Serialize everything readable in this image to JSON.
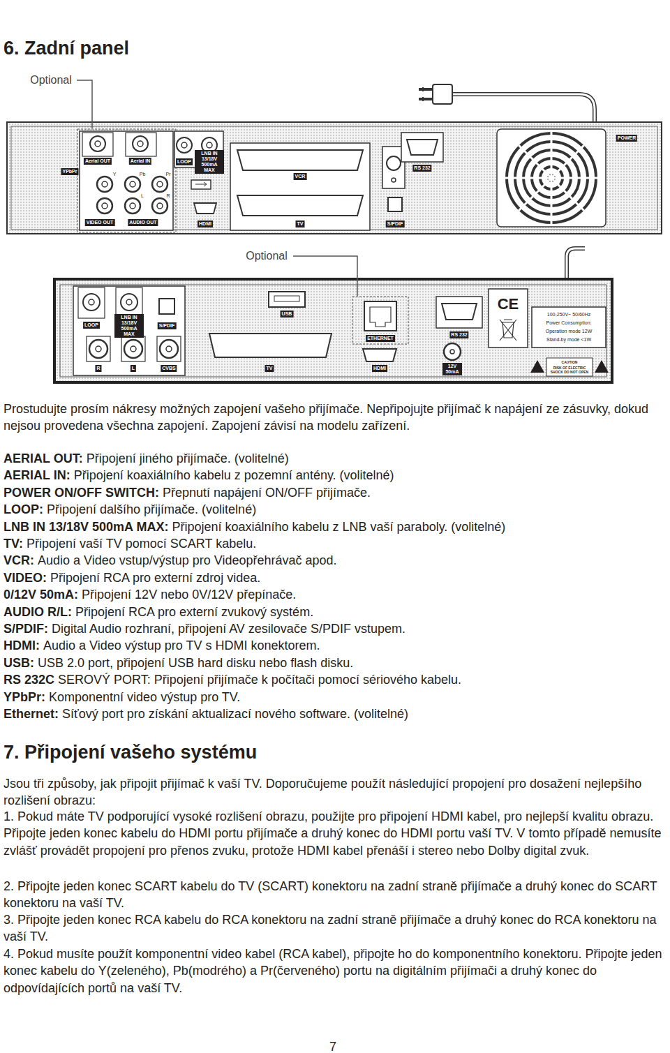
{
  "diagram": {
    "title": "6. Zadní panel",
    "labels": [
      "Optional",
      "Aerial OUT",
      "Aerial IN",
      "YPbPr",
      "Y",
      "Pb",
      "Pr",
      "L",
      "R",
      "VIDEO OUT",
      "AUDIO OUT",
      "LOOP",
      "LNB IN 13/18V 500mA MAX",
      "HDMI",
      "VCR",
      "TV",
      "RS 232",
      "S/PDIF",
      "POWER",
      "Optional",
      "LOOP",
      "LNB IN 13/18V 500mA MAX",
      "S/PDIF",
      "R",
      "L",
      "CVBS",
      "USB",
      "TV",
      "ETHERNET",
      "HDMI",
      "RS 232",
      "12V 50mA",
      "CE",
      "100-250V~ 50/60Hz",
      "Power Consumption:",
      "Operation mode 12W",
      "Stand-by mode <1W",
      "CAUTION",
      "RISK OF ELECTRIC SHOCK DO NOT OPEN",
      "Prostudujte prosím nákresy možných zapojení vašeho přijímače. Nepřipojujte přijímač k napájení ze zásuvky, dokud nejsou provedena všechna zapojení. Zapojení závisí na modelu zařízení.",
      "AERIAL OUT:",
      "Připojení jiného přijímače. (volitelné)",
      "AERIAL IN:",
      "Připojení koaxiálního kabelu z pozemní antény. (volitelné)",
      "POWER ON/OFF SWITCH:",
      "Přepnutí napájení ON/OFF přijímače.",
      "LOOP:",
      "Připojení dalšího přijímače. (volitelné)",
      "LNB IN 13/18V 500mA MAX:",
      "Připojení koaxiálního kabelu z LNB vaší paraboly. (volitelné)",
      "TV:",
      "Připojení vaší TV pomocí SCART kabelu.",
      "VCR:",
      "Audio a Video vstup/výstup pro Videopřehrávač apod.",
      "VIDEO:",
      "Připojení RCA pro externí zdroj videa.",
      "0/12V 50mA:",
      "Připojení 12V nebo 0V/12V přepínače.",
      "AUDIO R/L:",
      "Připojení RCA pro externí zvukový systém.",
      "S/PDIF:",
      "Digital Audio rozhraní, připojení AV zesilovače S/PDIF vstupem.",
      "HDMI:",
      "Audio a Video výstup pro TV s HDMI konektorem.",
      "USB:",
      "USB 2.0 port, připojení USB hard disku nebo flash disku.",
      "RS 232C",
      "SEROVÝ PORT: Připojení přijímače k počítači pomocí sériového kabelu.",
      "YPbPr:",
      "Komponentní video výstup pro TV.",
      "Ethernet:",
      "Síťový port pro získání aktualizací nového software. (volitelné)",
      "7. Připojení vašeho systému",
      "Jsou tři způsoby, jak připojit přijímač k vaší TV. Doporučujeme použít následující propojení pro dosažení nejlepšího rozlišení obrazu:",
      "1. Pokud máte TV podporující vysoké rozlišení obrazu, použijte pro připojení HDMI kabel, pro nejlepší kvalitu obrazu. Připojte jeden konec kabelu do HDMI portu přijímače a druhý konec do HDMI portu vaší TV. V tomto případě nemusíte zvlášť provádět propojení pro přenos zvuku, protože HDMI kabel přenáší i stereo nebo Dolby digital zvuk.",
      "2. Připojte jeden konec SCART kabelu do TV (SCART) konektoru na zadní straně přijímače a druhý konec do SCART konektoru na vaší TV.",
      "3. Připojte jeden konec RCA kabelu do RCA konektoru na zadní straně přijímače a druhý konec do RCA konektoru na vaší TV.",
      "4. Pokud musíte použít komponentní video kabel (RCA kabel), připojte ho do komponentního konektoru. Připojte jeden konec kabelu do Y(zeleného), Pb(modrého) a Pr(červeného) portu na digitálním přijímači a druhý konec do odpovídajících portů na vaší TV.",
      "7"
    ]
  }
}
